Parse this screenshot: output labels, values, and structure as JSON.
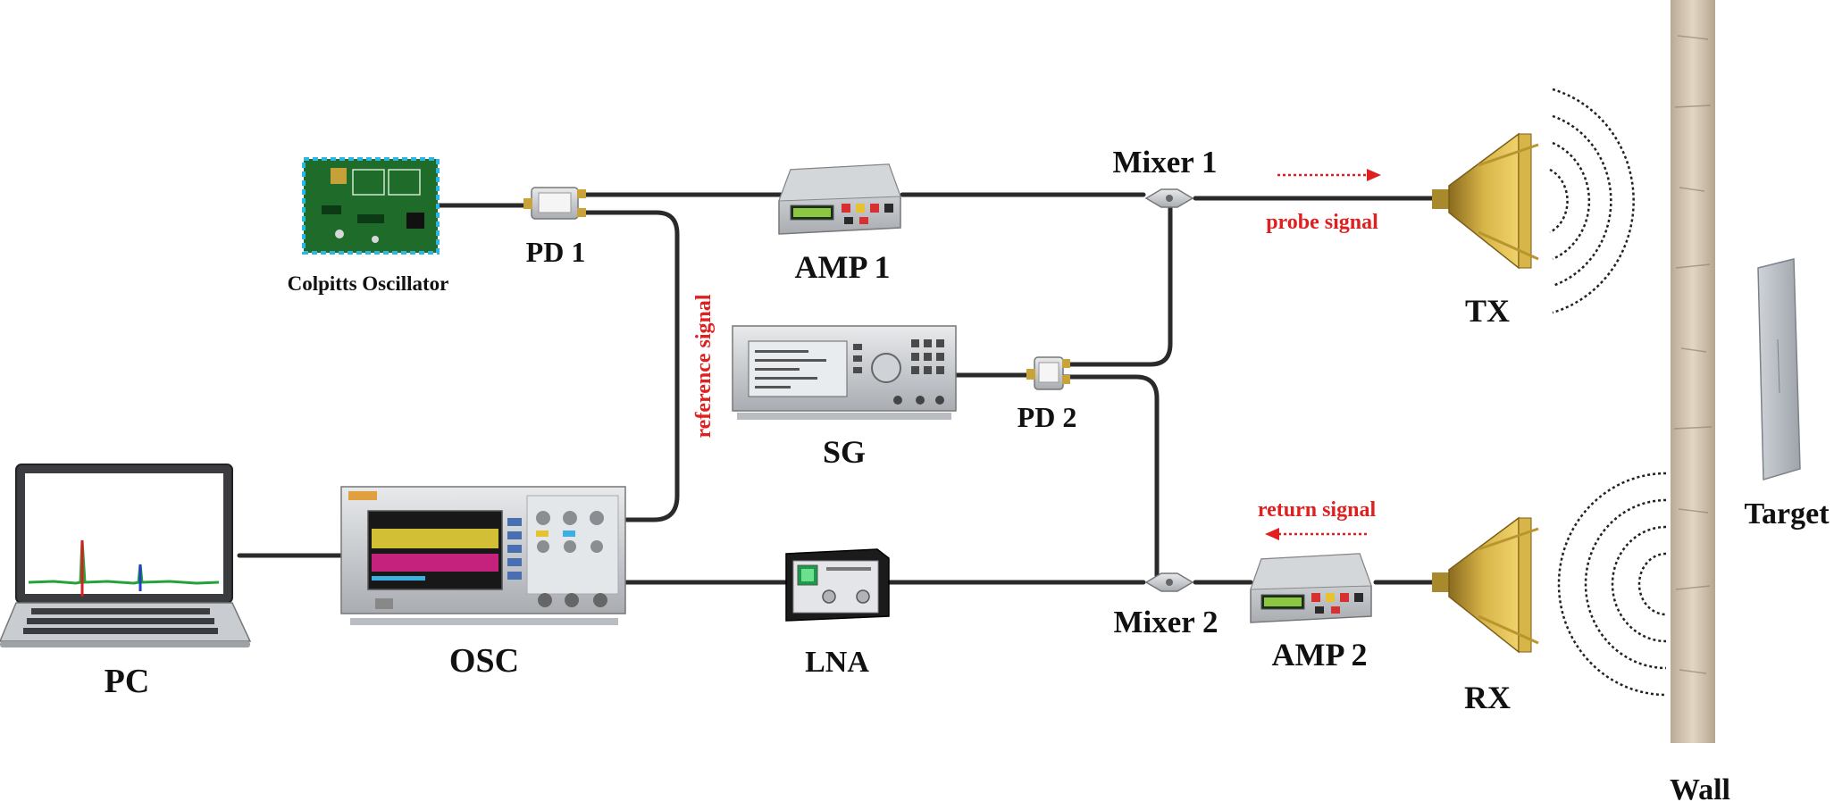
{
  "labels": {
    "colpitts": "Colpitts Oscillator",
    "pd1": "PD 1",
    "amp1": "AMP 1",
    "mixer1": "Mixer 1",
    "tx": "TX",
    "sg": "SG",
    "pd2": "PD 2",
    "pc": "PC",
    "osc": "OSC",
    "lna": "LNA",
    "mixer2": "Mixer 2",
    "amp2": "AMP 2",
    "rx": "RX",
    "target": "Target",
    "wall": "Wall"
  },
  "signals": {
    "reference": "reference signal",
    "probe": "probe signal",
    "return": "return signal"
  },
  "colors": {
    "signal_text": "#e02020",
    "cable": "#2a2a2a",
    "horn": "#c9a23a",
    "pcb": "#1f6b2a",
    "pcb_border": "#2bb7e0"
  }
}
